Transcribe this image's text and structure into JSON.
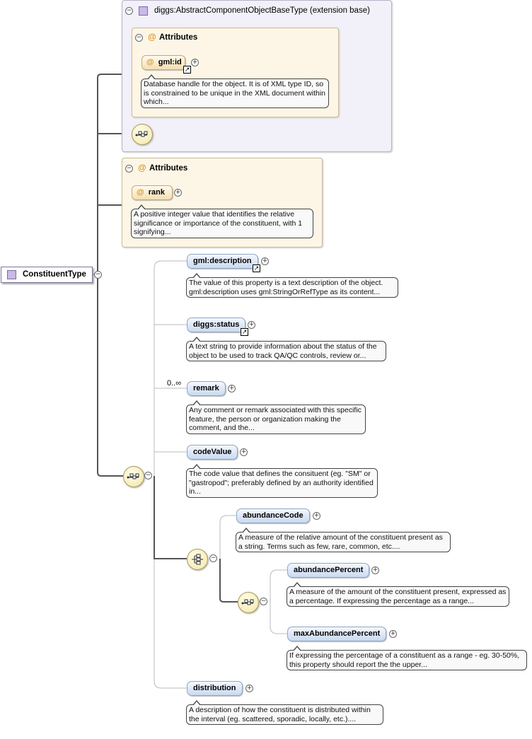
{
  "root": {
    "label": "ConstituentType"
  },
  "base": {
    "type_name": "diggs:AbstractComponentObjectBaseType",
    "suffix": "(extension base)",
    "attributes_title": "Attributes",
    "gml_id": {
      "label": "gml:id",
      "doc": "Database handle for the object. It is of XML type ID, so is constrained to be unique in the XML document within which..."
    }
  },
  "attributes": {
    "title": "Attributes",
    "rank": {
      "label": "rank",
      "doc": "A positive integer value that identifies the relative significance or importance of the constituent, with 1 signifying..."
    }
  },
  "elements": {
    "gml_description": {
      "label": "gml:description",
      "doc": "The value of this property is a text description of the object. gml:description uses gml:StringOrRefType as its content..."
    },
    "diggs_status": {
      "label": "diggs:status",
      "doc": "A text string to provide information about the status of the object to be used to track QA/QC controls, review or..."
    },
    "remark": {
      "label": "remark",
      "cardinality": "0..∞",
      "doc": "Any comment or remark associated with this specific feature, the person or organization making the comment, and the..."
    },
    "codeValue": {
      "label": "codeValue",
      "doc": "The code value that defines the consituent (eg. \"SM\" or \"gastropod\"; preferably defined by an authority identified in..."
    },
    "abundanceCode": {
      "label": "abundanceCode",
      "doc": "A measure of the relative amount of the constituent present as a string. Terms such as few, rare, common, etc...."
    },
    "abundancePercent": {
      "label": "abundancePercent",
      "doc": "A measure of the amount of the constituent present, expressed as a percentage. If expressing the percentage as a range..."
    },
    "maxAbundancePercent": {
      "label": "maxAbundancePercent",
      "doc": "If expressing the percentage of a constituent as a range - eg. 30-50%, this property should report the the upper..."
    },
    "distribution": {
      "label": "distribution",
      "doc": "A description of how the constituent is distributed within the interval (eg. scattered, sporadic, locally, etc.)...."
    }
  },
  "icons": {
    "expanded_toggle": "⊖",
    "collapsed_toggle": "+",
    "attribute_marker": "@",
    "reference_arrow": "↗"
  }
}
